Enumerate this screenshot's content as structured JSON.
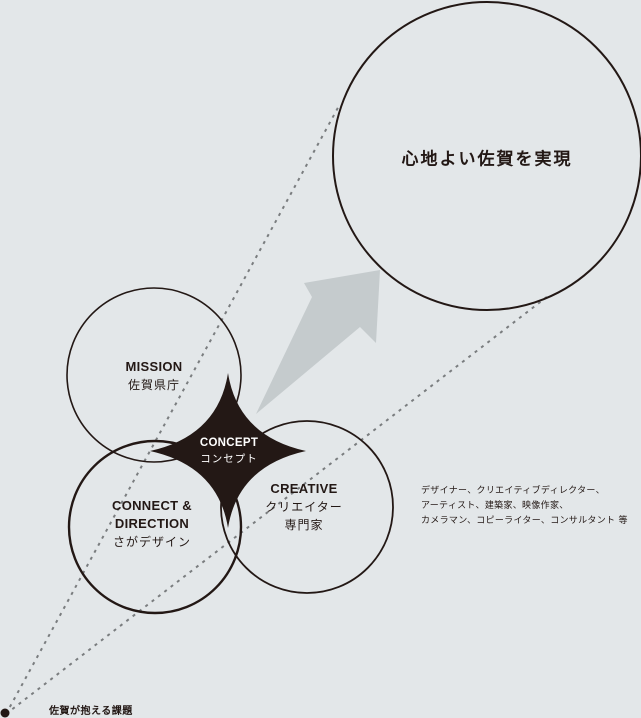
{
  "goal": {
    "label": "心地よい佐賀を実現"
  },
  "mission": {
    "title": "MISSION",
    "subtitle": "佐賀県庁"
  },
  "connect": {
    "title_line1": "CONNECT &",
    "title_line2": "DIRECTION",
    "subtitle": "さがデザイン"
  },
  "creative": {
    "title": "CREATIVE",
    "subtitle_line1": "クリエイター",
    "subtitle_line2": "専門家"
  },
  "concept": {
    "title": "CONCEPT",
    "subtitle": "コンセプト"
  },
  "creative_members": {
    "lines": [
      "デザイナー、クリエイティブディレクター、",
      "アーティスト、建築家、映像作家、",
      "カメラマン、コピーライター、コンサルタント 等"
    ]
  },
  "origin": {
    "label": "佐賀が抱える課題"
  },
  "colors": {
    "background": "#e3e7e9",
    "ink": "#231815",
    "arrow": "#c5cbcd",
    "dotted_line": "#7a7d7f"
  }
}
